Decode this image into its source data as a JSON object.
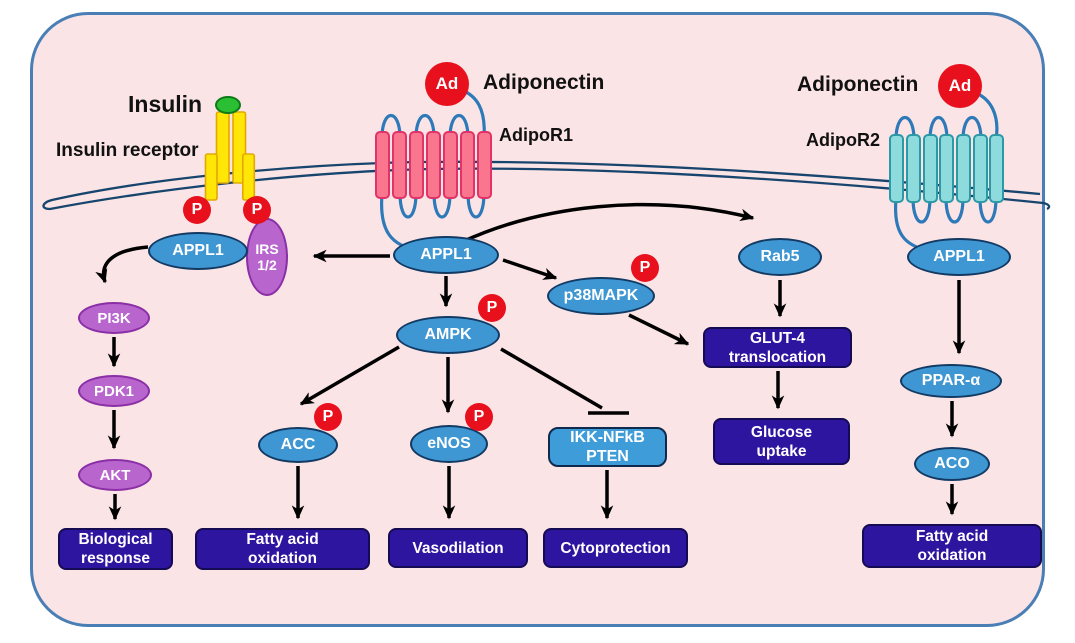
{
  "ligands": {
    "insulin_label": "Insulin",
    "insulin_receptor_label": "Insulin receptor",
    "adiponectin_mid_label": "Adiponectin",
    "adiponectin_right_label": "Adiponectin",
    "adipor1_label": "AdipoR1",
    "adipor2_label": "AdipoR2"
  },
  "badges": {
    "phospho": "P",
    "adiponectin": "Ad"
  },
  "nodes": {
    "appl1_left": {
      "label": "APPL1"
    },
    "irs12": {
      "line1": "IRS",
      "line2": "1/2"
    },
    "pi3k": {
      "label": "PI3K"
    },
    "pdk1": {
      "label": "PDK1"
    },
    "akt": {
      "label": "AKT"
    },
    "appl1_mid": {
      "label": "APPL1"
    },
    "ampk": {
      "label": "AMPK"
    },
    "acc": {
      "label": "ACC"
    },
    "enos": {
      "label": "eNOS"
    },
    "p38mapk": {
      "label": "p38MAPK"
    },
    "ikk_pten": {
      "line1": "IKK-NFkB",
      "line2": "PTEN"
    },
    "rab5": {
      "label": "Rab5"
    },
    "appl1_right": {
      "label": "APPL1"
    },
    "ppar_alpha": {
      "label": "PPAR-α"
    },
    "aco": {
      "label": "ACO"
    }
  },
  "outcomes": {
    "biological_response": {
      "line1": "Biological",
      "line2": "response"
    },
    "fatty_acid_oxidation_left": {
      "line1": "Fatty acid",
      "line2": "oxidation"
    },
    "vasodilation": {
      "label": "Vasodilation"
    },
    "cytoprotection": {
      "label": "Cytoprotection"
    },
    "glut4_translocation": {
      "line1": "GLUT-4",
      "line2": "translocation"
    },
    "glucose_uptake": {
      "line1": "Glucose",
      "line2": "uptake"
    },
    "fatty_acid_oxidation_right": {
      "line1": "Fatty acid",
      "line2": "oxidation"
    }
  },
  "colors": {
    "cell_fill": "#fae4e6",
    "cell_border": "#4a7fb5",
    "membrane": "#17456e",
    "loop_blue": "#2e79b8",
    "node_blue": "#3e96d2",
    "node_purple": "#b965ce",
    "box_dark": "#2e15a0",
    "box_light": "#3e9cd9",
    "adipor1_fill": "#f9768e",
    "adipor1_stroke": "#e23368",
    "adipor2_fill": "#8edbde",
    "adipor2_stroke": "#2b99a6",
    "insulin_receptor_fill": "#ffe607",
    "insulin_ligand_green": "#2bc034",
    "badge_red": "#e8101c",
    "arrow_black": "#000000"
  }
}
